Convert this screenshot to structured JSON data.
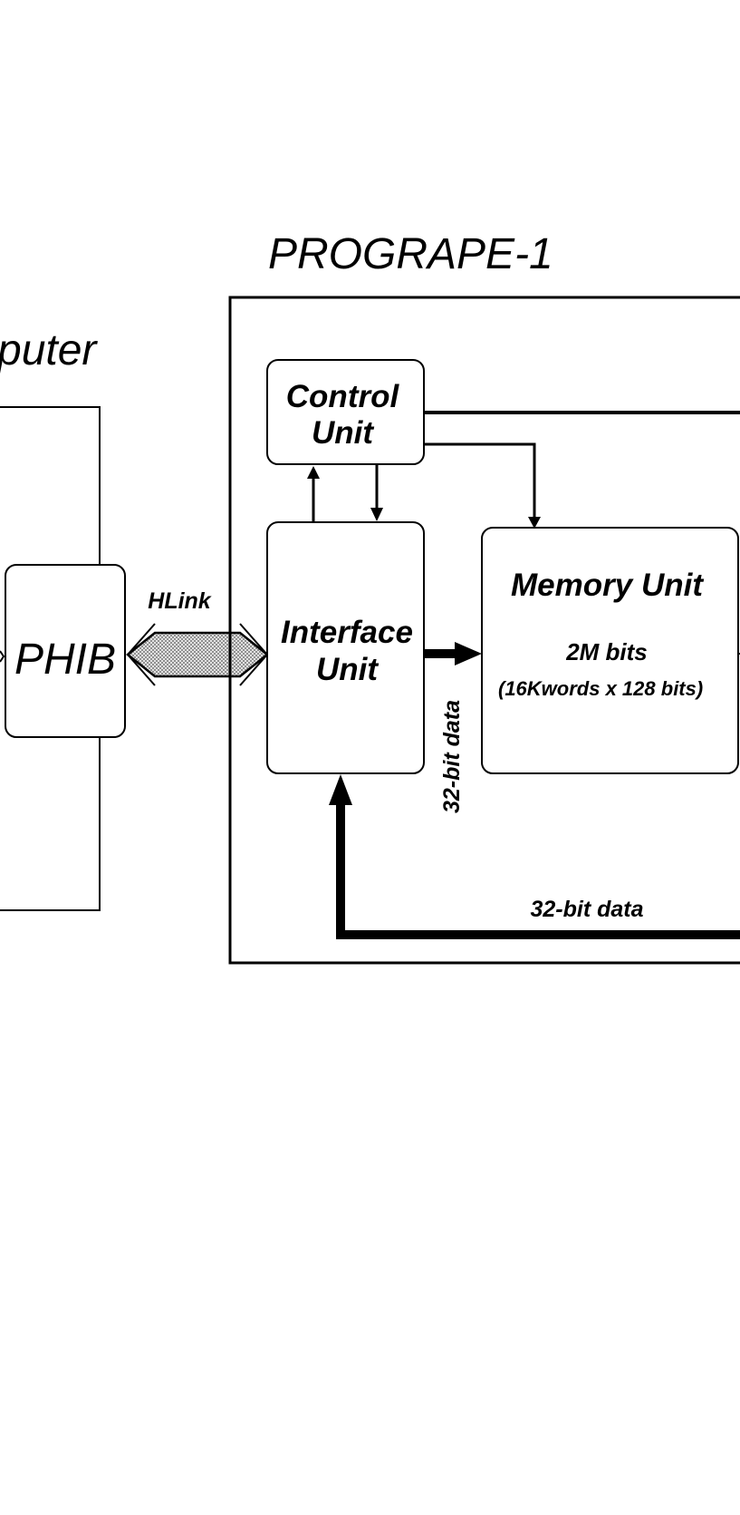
{
  "title": "PROGRAPE-1",
  "host_label": "puter",
  "phib_label": "PHIB",
  "hlink_label": "HLink",
  "control_unit": {
    "line1": "Control",
    "line2": "Unit"
  },
  "interface_unit": {
    "line1": "Interface",
    "line2": "Unit"
  },
  "memory_unit": {
    "title": "Memory Unit",
    "capacity": "2M bits",
    "organization": "(16Kwords  x 128 bits)"
  },
  "bus_labels": {
    "interface_to_memory": "32-bit data",
    "bottom_return": "32-bit data"
  },
  "colors": {
    "stroke": "#000000",
    "background": "#ffffff",
    "hlink_fill": "#d8d8d8"
  }
}
